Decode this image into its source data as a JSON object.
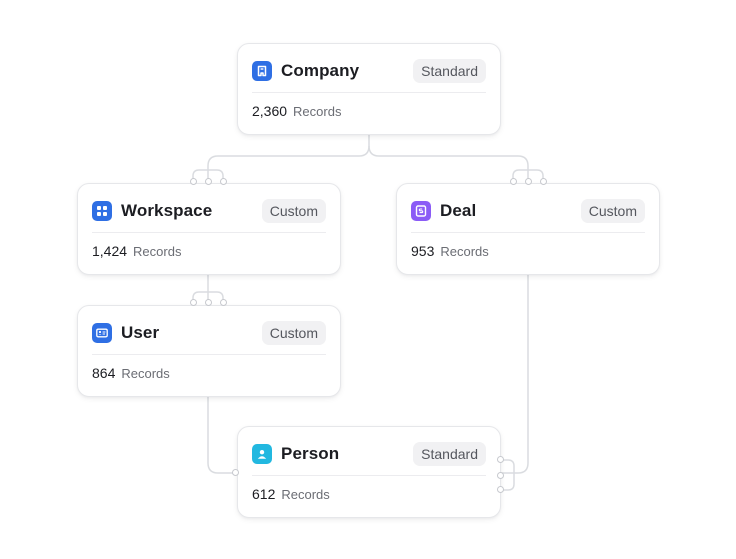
{
  "colors": {
    "company_icon": "#2f6fe4",
    "workspace_icon": "#2f6fe4",
    "deal_icon": "#8b5cf6",
    "user_icon": "#2f6fe4",
    "person_icon": "#22b8e0",
    "connector": "#dadce0"
  },
  "nodes": {
    "company": {
      "name": "Company",
      "type": "Standard",
      "count": "2,360",
      "unit": "Records",
      "icon": "building-icon"
    },
    "workspace": {
      "name": "Workspace",
      "type": "Custom",
      "count": "1,424",
      "unit": "Records",
      "icon": "grid-icon"
    },
    "deal": {
      "name": "Deal",
      "type": "Custom",
      "count": "953",
      "unit": "Records",
      "icon": "dollar-icon"
    },
    "user": {
      "name": "User",
      "type": "Custom",
      "count": "864",
      "unit": "Records",
      "icon": "id-card-icon"
    },
    "person": {
      "name": "Person",
      "type": "Standard",
      "count": "612",
      "unit": "Records",
      "icon": "person-icon"
    }
  }
}
